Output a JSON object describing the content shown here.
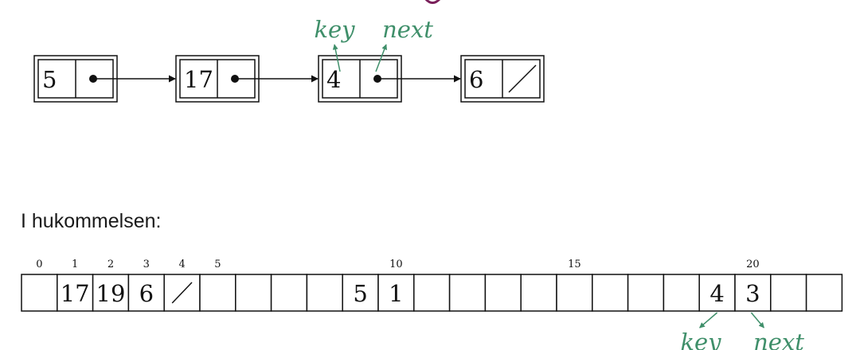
{
  "colors": {
    "ink": "#111111",
    "annotation": "#3f8f6a",
    "top_accent": "#7a1f5a"
  },
  "linked_list": {
    "nodes": [
      {
        "key": "5",
        "next": "pointer"
      },
      {
        "key": "17",
        "next": "pointer"
      },
      {
        "key": "4",
        "next": "pointer"
      },
      {
        "key": "6",
        "next": "nil"
      }
    ],
    "annotated_node": 2,
    "annotation": {
      "key": "key",
      "next": "next"
    }
  },
  "memory": {
    "heading": "I hukommelsen:",
    "index_labels": [
      {
        "index": 0,
        "label": "0"
      },
      {
        "index": 1,
        "label": "1"
      },
      {
        "index": 2,
        "label": "2"
      },
      {
        "index": 3,
        "label": "3"
      },
      {
        "index": 4,
        "label": "4"
      },
      {
        "index": 5,
        "label": "5"
      },
      {
        "index": 10,
        "label": "10"
      },
      {
        "index": 15,
        "label": "15"
      },
      {
        "index": 20,
        "label": "20"
      }
    ],
    "cells": [
      "",
      "17",
      "19",
      "6",
      "/",
      "",
      "",
      "",
      "",
      "5",
      "1",
      "",
      "",
      "",
      "",
      "",
      "",
      "",
      "",
      "4",
      "3",
      "",
      ""
    ],
    "annotation": {
      "key_cell": 19,
      "next_cell": 20,
      "key": "key",
      "next": "next"
    }
  }
}
